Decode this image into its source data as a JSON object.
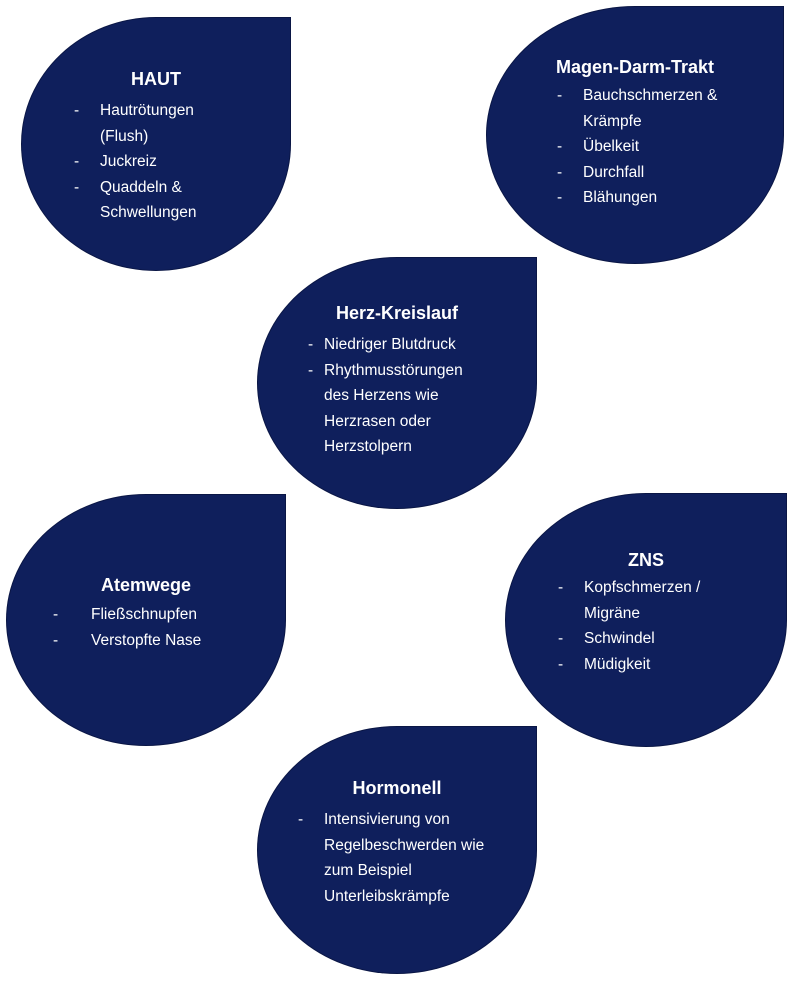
{
  "colors": {
    "drop_fill": "#0f1f5c",
    "text": "#ffffff",
    "background": "#ffffff"
  },
  "drops": {
    "haut": {
      "title": "HAUT",
      "items": [
        "Hautrötungen (Flush)",
        "Juckreiz",
        "Quaddeln & Schwellungen"
      ]
    },
    "magen": {
      "title": "Magen-Darm-Trakt",
      "items": [
        "Bauchschmerzen & Krämpfe",
        "Übelkeit",
        "Durchfall",
        "Blähungen"
      ]
    },
    "herz": {
      "title": "Herz-Kreislauf",
      "items": [
        "Niedriger Blutdruck",
        "Rhythmusstörungen des Herzens wie Herzrasen oder Herzstolpern"
      ]
    },
    "atem": {
      "title": "Atemwege",
      "items": [
        "Fließschnupfen",
        "Verstopfte Nase"
      ]
    },
    "zns": {
      "title": "ZNS",
      "items": [
        "Kopfschmerzen / Migräne",
        "Schwindel",
        "Müdigkeit"
      ]
    },
    "hormon": {
      "title": "Hormonell",
      "items": [
        "Intensivierung von Regelbeschwerden wie  zum Beispiel Unterleibskrämpfe"
      ]
    }
  }
}
